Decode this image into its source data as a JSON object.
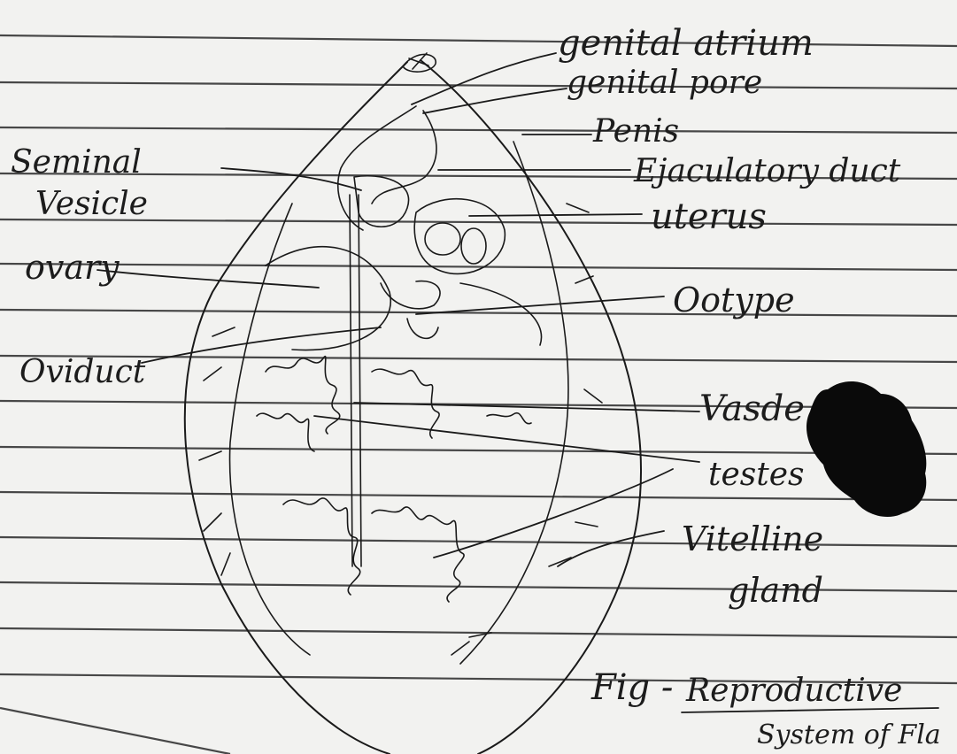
{
  "labels": {
    "genital_atrium": "genital atrium",
    "genital_pore": "genital pore",
    "penis": "Penis",
    "seminal_vesicle_1": "Seminal",
    "seminal_vesicle_2": "Vesicle",
    "ejaculatory_duct": "Ejaculatory duct",
    "uterus": "uterus",
    "ovary": "ovary",
    "ootype": "Ootype",
    "oviduct": "Oviduct",
    "vasdef": "Vasde",
    "testes": "testes",
    "vitelline_1": "Vitelline",
    "vitelline_2": "gland"
  },
  "caption": {
    "prefix": "Fig -",
    "title": "Reproductive",
    "subtitle": "System of Fla"
  },
  "colors": {
    "paper": "#f2f2f0",
    "ink": "#1a1a1a",
    "blot": "#0a0a0a"
  }
}
